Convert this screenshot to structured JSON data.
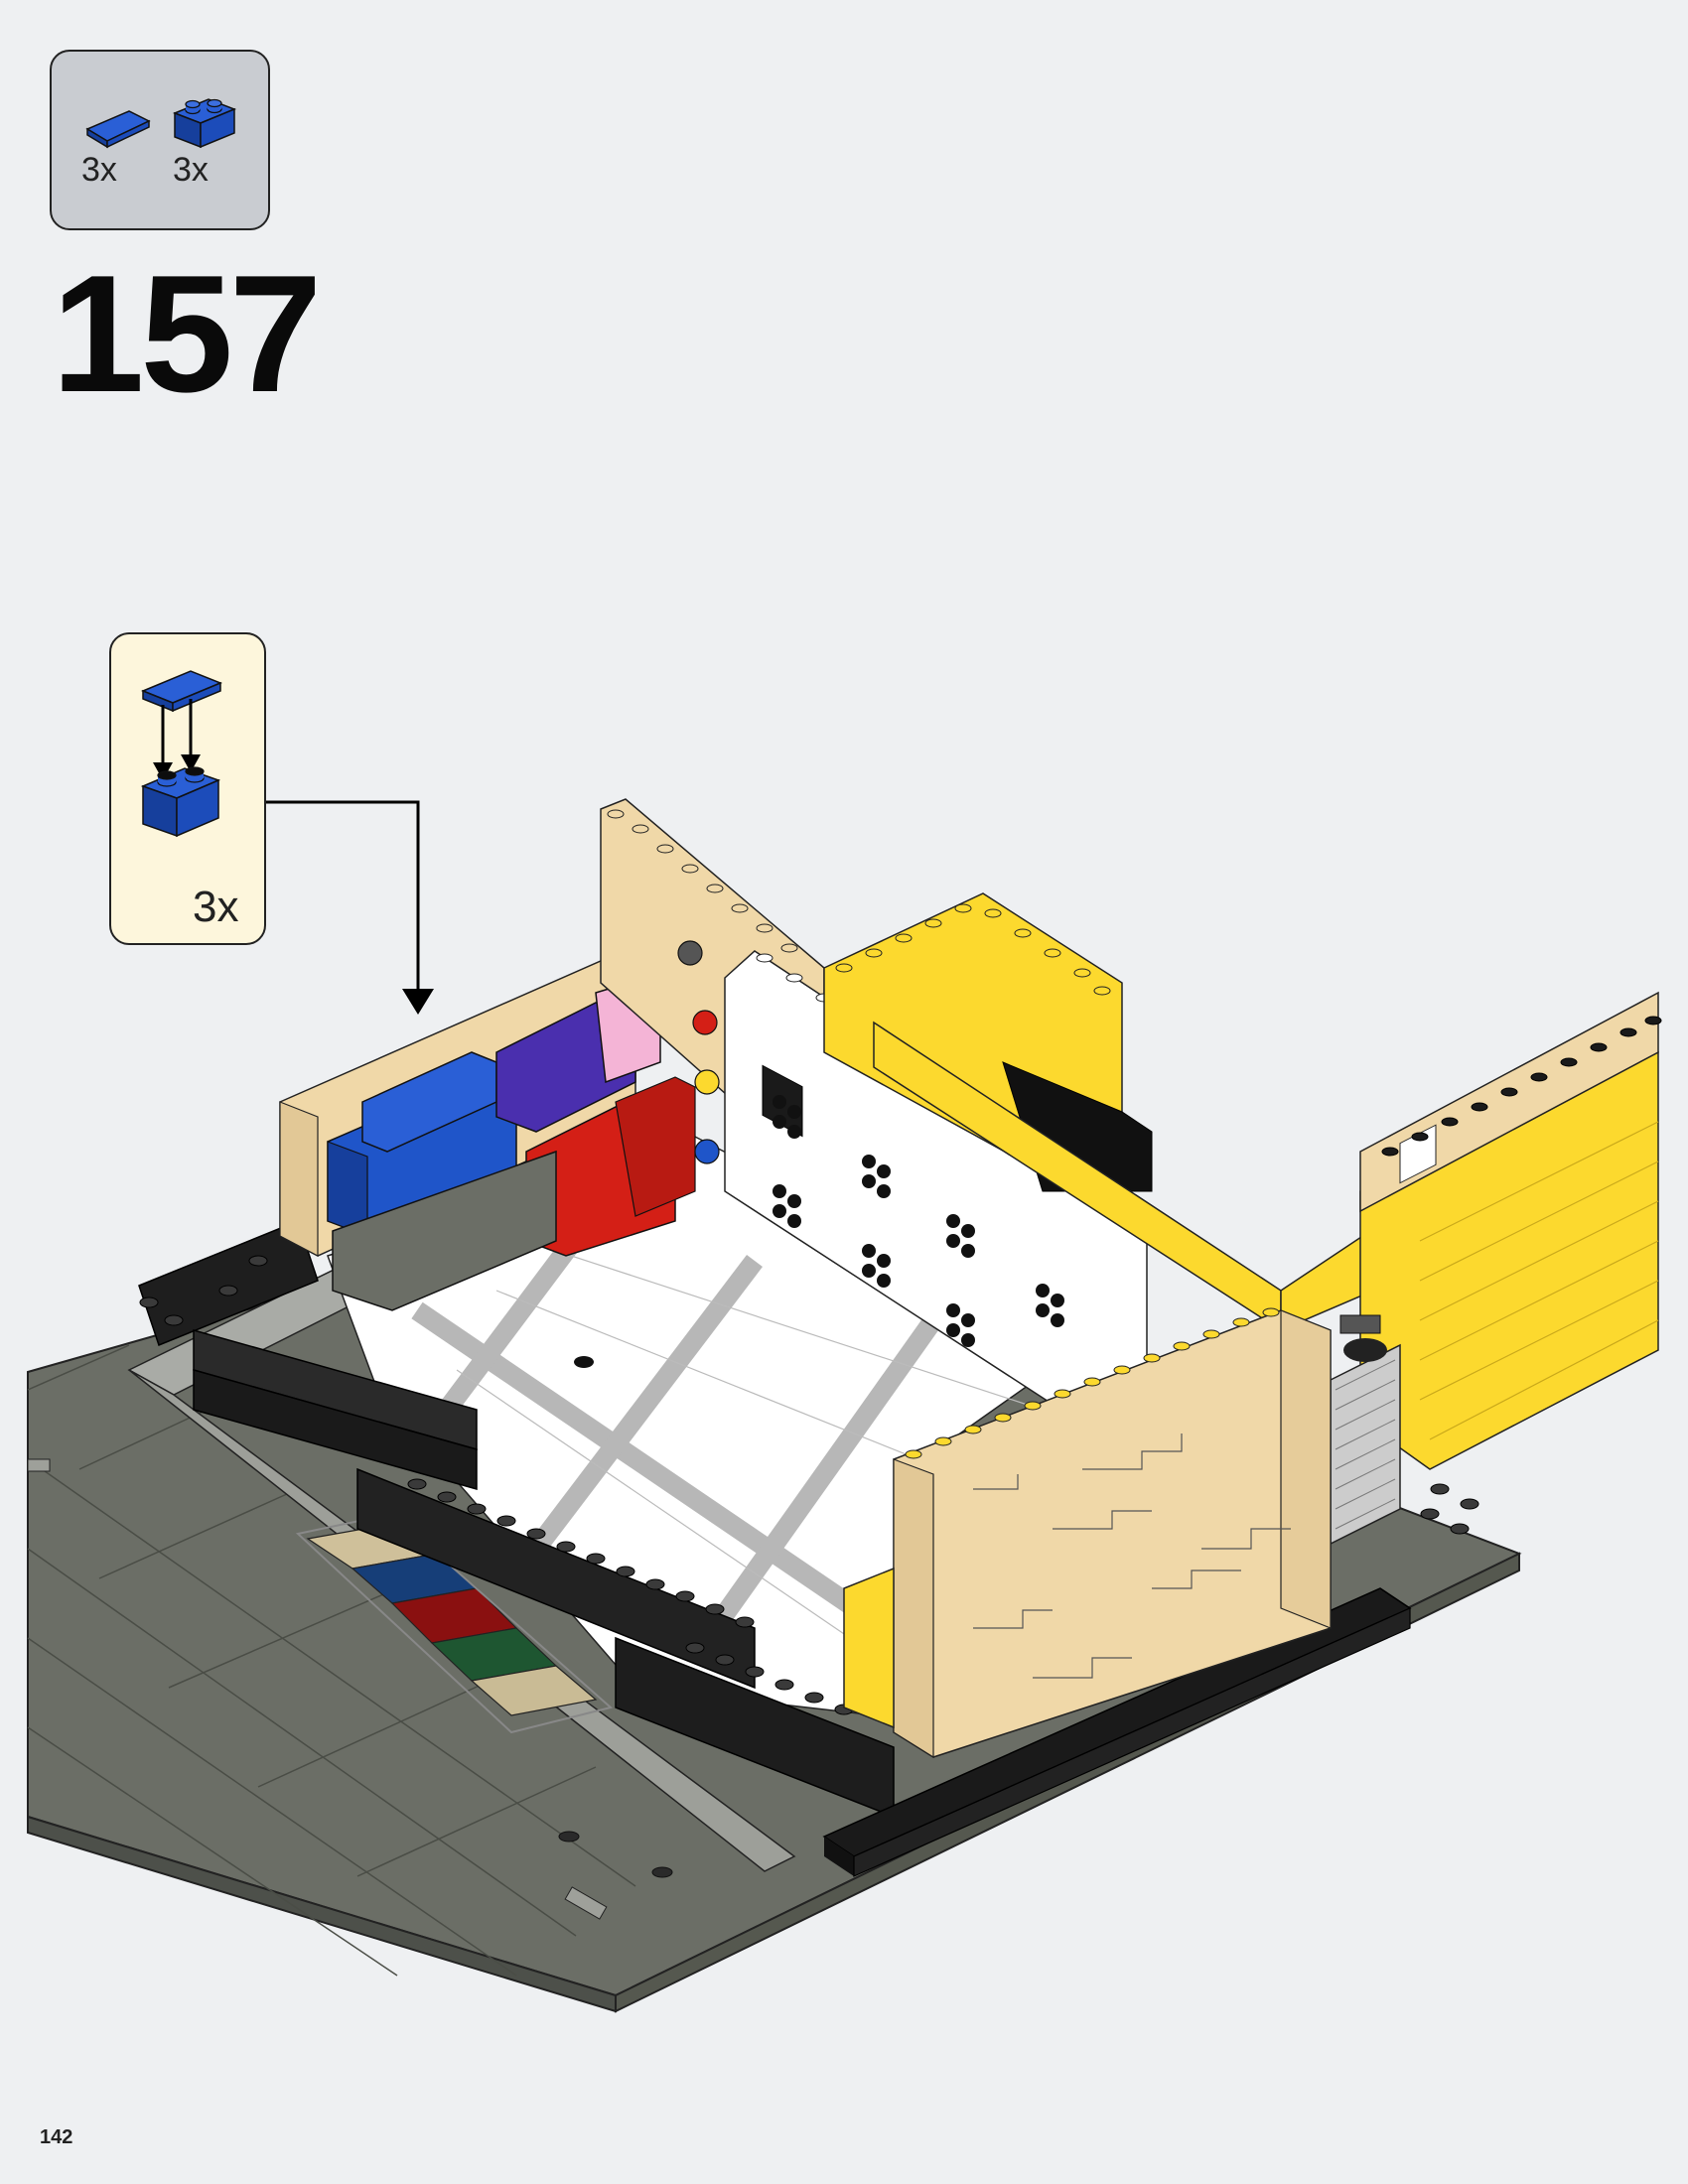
{
  "parts_list": [
    {
      "icon": "blue-tile-1x2-icon",
      "qty": "3x"
    },
    {
      "icon": "blue-brick-1x2-icon",
      "qty": "3x"
    }
  ],
  "step": {
    "number": "157"
  },
  "sub_assembly": {
    "qty": "3x"
  },
  "colors": {
    "page_background": "#eef0f2",
    "parts_box": "#c9ccd1",
    "sub_box": "#fdf6dc",
    "blue": "#1f55c9",
    "yellow": "#fcd92e",
    "tan": "#f0d8a8",
    "white": "#ffffff",
    "dark_gray": "#6b6e66",
    "black": "#1a1a1a",
    "red": "#d41f16"
  },
  "page": {
    "number": "142"
  }
}
